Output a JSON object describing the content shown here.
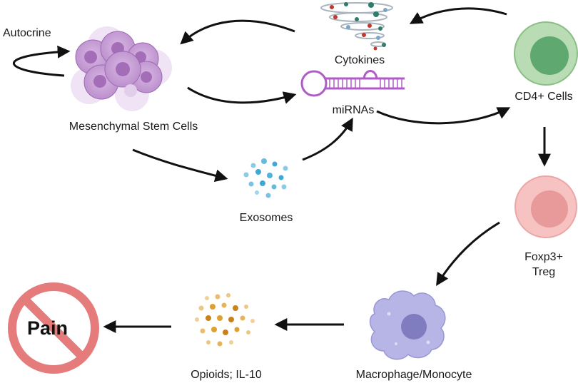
{
  "nodes": {
    "autocrine": "Autocrine",
    "msc": "Mesenchymal Stem Cells",
    "cytokines": "Cytokines",
    "mirnas": "miRNAs",
    "exosomes": "Exosomes",
    "cd4": "CD4+ Cells",
    "treg_line1": "Foxp3+",
    "treg_line2": "Treg",
    "macrophage": "Macrophage/Monocyte",
    "opioids": "Opioids; IL-10",
    "pain": "Pain"
  },
  "colors": {
    "msc_cell": "#c9a2d6",
    "msc_nucleus": "#a46db8",
    "cd4_outer": "#b9dcb4",
    "cd4_inner": "#5fa870",
    "treg_outer": "#f6c2c2",
    "treg_inner": "#e89a9a",
    "macrophage": "#b7b5e6",
    "macrophage_nucleus": "#7f7cbf",
    "exosome": "#3fa9d6",
    "opioid": "#e0a030",
    "pain_sign": "#e57b7b",
    "arrow": "#111111"
  }
}
